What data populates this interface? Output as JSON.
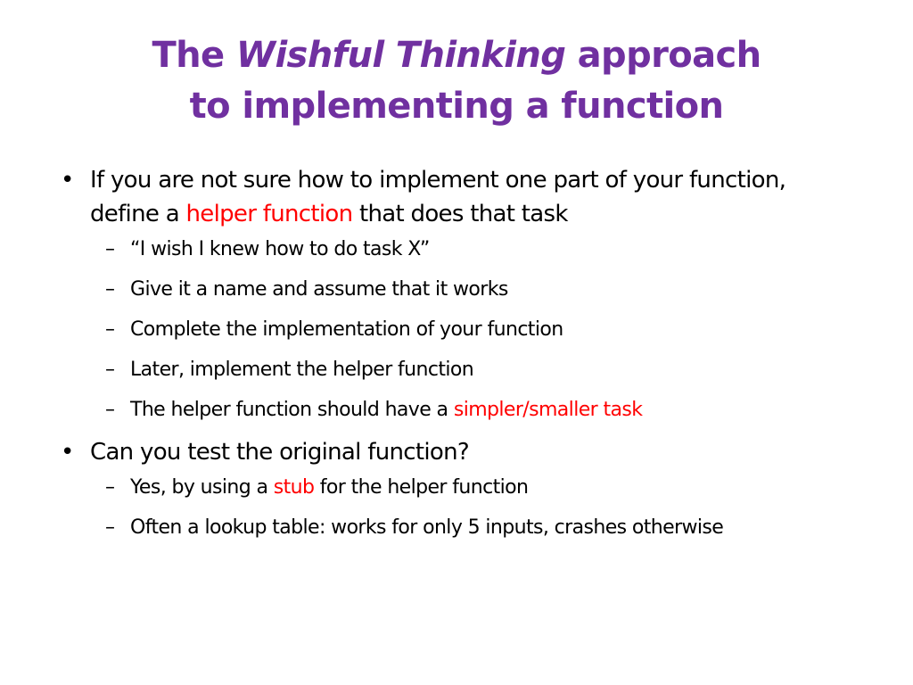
{
  "title": {
    "line1_before": "The ",
    "line1_italic": "Wishful Thinking",
    "line1_after": " approach",
    "line2": "to implementing a function"
  },
  "bullets": {
    "b1": {
      "marker": "•",
      "text_a": "If you are not sure how to implement one part of your function, define a ",
      "highlight": "helper function",
      "text_b": " that does that task"
    },
    "b1_sub": [
      {
        "marker": "–",
        "text": "“I wish I knew how to do task X”"
      },
      {
        "marker": "–",
        "text": "Give it a name and assume that it works"
      },
      {
        "marker": "–",
        "text": "Complete the implementation of your function"
      },
      {
        "marker": "–",
        "text": "Later, implement the helper function"
      }
    ],
    "b1_sub5": {
      "marker": "–",
      "text_a": "The helper function should have a ",
      "highlight": "simpler/smaller task"
    },
    "b2": {
      "marker": "•",
      "text": "Can you test the original function?"
    },
    "b2_sub1": {
      "marker": "–",
      "text_a": "Yes, by using a ",
      "highlight": "stub",
      "text_b": " for the helper function"
    },
    "b2_sub2": {
      "marker": "–",
      "text": "Often a lookup table:  works for only 5 inputs, crashes otherwise"
    }
  },
  "colors": {
    "title": "#7030a0",
    "body_text": "#000000",
    "highlight": "#ff0000",
    "background": "#ffffff"
  }
}
